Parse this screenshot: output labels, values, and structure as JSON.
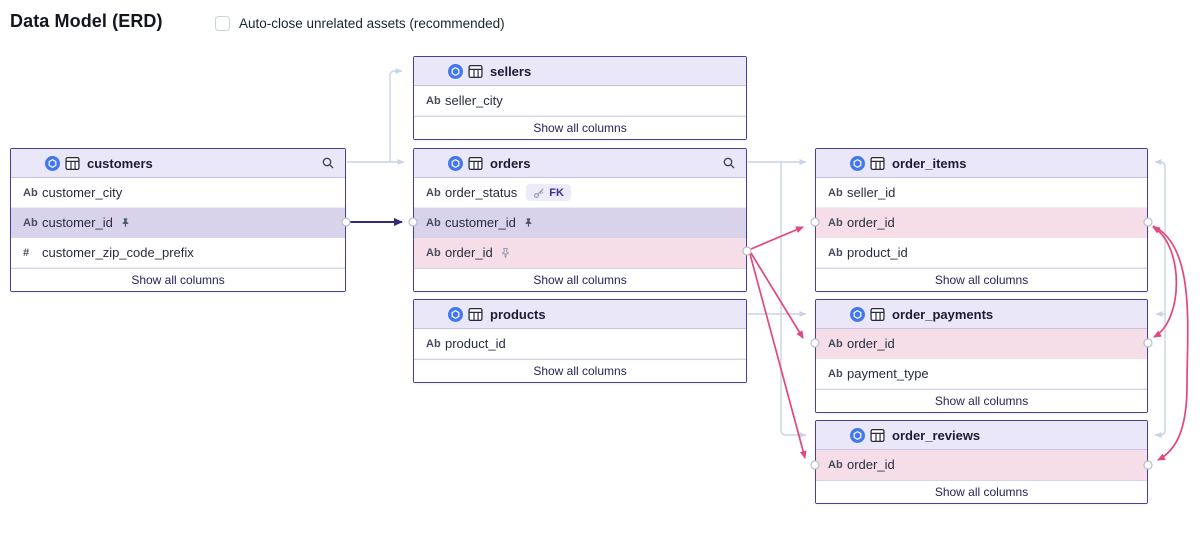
{
  "page": {
    "title": "Data Model (ERD)",
    "autoclose_checkbox": {
      "label": "Auto-close unrelated assets (recommended)",
      "checked": false
    }
  },
  "colors": {
    "table_border": "#4a3f97",
    "header_bg": "#eae8f8",
    "row_highlight_purple": "#d8d3ea",
    "row_highlight_pink": "#f5dee8",
    "edge_muted": "#c9d4e6",
    "edge_primary": "#332a7c",
    "edge_pink": "#e0487f",
    "source_icon_blue": "#4377f0"
  },
  "tables": [
    {
      "id": "customers",
      "name": "customers",
      "has_search": true,
      "footer": "Show all columns",
      "columns": [
        {
          "type": "Ab",
          "name": "customer_city"
        },
        {
          "type": "Ab",
          "name": "customer_id",
          "pin": "filled",
          "highlight": "purple"
        },
        {
          "type": "#",
          "name": "customer_zip_code_prefix"
        }
      ]
    },
    {
      "id": "sellers",
      "name": "sellers",
      "has_search": false,
      "footer": "Show all columns",
      "columns": [
        {
          "type": "Ab",
          "name": "seller_city"
        }
      ]
    },
    {
      "id": "orders",
      "name": "orders",
      "has_search": true,
      "footer": "Show all columns",
      "columns": [
        {
          "type": "Ab",
          "name": "order_status",
          "badge": "FK"
        },
        {
          "type": "Ab",
          "name": "customer_id",
          "pin": "filled",
          "highlight": "purple"
        },
        {
          "type": "Ab",
          "name": "order_id",
          "pin": "outline",
          "highlight": "pink"
        }
      ]
    },
    {
      "id": "products",
      "name": "products",
      "has_search": false,
      "footer": "Show all columns",
      "columns": [
        {
          "type": "Ab",
          "name": "product_id"
        }
      ]
    },
    {
      "id": "order_items",
      "name": "order_items",
      "has_search": false,
      "footer": "Show all columns",
      "columns": [
        {
          "type": "Ab",
          "name": "seller_id"
        },
        {
          "type": "Ab",
          "name": "order_id",
          "highlight": "pink"
        },
        {
          "type": "Ab",
          "name": "product_id"
        }
      ]
    },
    {
      "id": "order_payments",
      "name": "order_payments",
      "has_search": false,
      "footer": "Show all columns",
      "columns": [
        {
          "type": "Ab",
          "name": "order_id",
          "highlight": "pink"
        },
        {
          "type": "Ab",
          "name": "payment_type"
        }
      ]
    },
    {
      "id": "order_reviews",
      "name": "order_reviews",
      "has_search": false,
      "footer": "Show all columns",
      "columns": [
        {
          "type": "Ab",
          "name": "order_id",
          "highlight": "pink"
        }
      ]
    }
  ],
  "connections": [
    {
      "from": "customers",
      "to": "sellers",
      "style": "muted"
    },
    {
      "from": "customers",
      "to": "orders",
      "style": "muted"
    },
    {
      "from": "orders",
      "to": "order_items",
      "style": "muted"
    },
    {
      "from": "orders",
      "to": "order_reviews",
      "style": "muted"
    },
    {
      "from": "products",
      "to": "order_payments",
      "style": "muted"
    },
    {
      "from": "order_items",
      "to": "order_payments",
      "style": "muted-right-bus"
    },
    {
      "from": "order_items",
      "to": "order_reviews",
      "style": "muted-right-bus"
    },
    {
      "from": "customers.customer_id",
      "to": "orders.customer_id",
      "style": "primary"
    },
    {
      "from": "orders.order_id",
      "to": "order_items.order_id",
      "style": "pink"
    },
    {
      "from": "orders.order_id",
      "to": "order_payments.order_id",
      "style": "pink"
    },
    {
      "from": "orders.order_id",
      "to": "order_reviews.order_id",
      "style": "pink"
    },
    {
      "from": "order_items.order_id",
      "to": "order_payments.order_id",
      "style": "pink",
      "bidirectional": true
    },
    {
      "from": "order_items.order_id",
      "to": "order_reviews.order_id",
      "style": "pink"
    }
  ]
}
